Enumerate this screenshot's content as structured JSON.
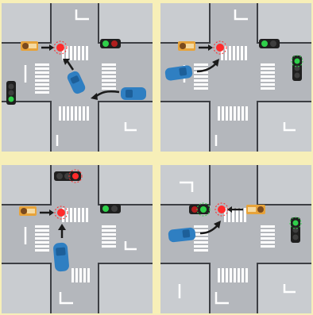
{
  "colors": {
    "background": "#f7efb8",
    "road": "#b4b7bc",
    "block": "#c9ccd0",
    "line_dark": "#3d3f44",
    "stripe": "#ffffff",
    "car": "#2f7fc2",
    "car_dark": "#1d5f99",
    "arrow": "#1a1a1a",
    "red_light": "#ff2b2b",
    "green_light": "#2fd04a",
    "lamp_off": "#3e3e3e",
    "pedestrian_sign": "#e7a33a"
  },
  "panels": [
    {
      "id": "top-left",
      "description_icons": [
        "pedestrian-stop-icon",
        "traffic-light-red",
        "car-turning"
      ],
      "top_light": "none",
      "left_vertical_light": "green",
      "right_light": "red-green",
      "pedestrian_side": "left"
    },
    {
      "id": "top-right",
      "description_icons": [
        "pedestrian-stop-icon",
        "traffic-light",
        "car-turning"
      ],
      "top_light": "none",
      "right_vertical_light": "green",
      "pedestrian_side": "left"
    },
    {
      "id": "bottom-left",
      "description_icons": [
        "pedestrian-stop-icon",
        "traffic-light",
        "car-straight"
      ],
      "top_light": "red",
      "pedestrian_side": "left"
    },
    {
      "id": "bottom-right",
      "description_icons": [
        "pedestrian-stop-icon",
        "traffic-light",
        "car-turning"
      ],
      "right_vertical_light": "green",
      "pedestrian_side": "right"
    }
  ]
}
